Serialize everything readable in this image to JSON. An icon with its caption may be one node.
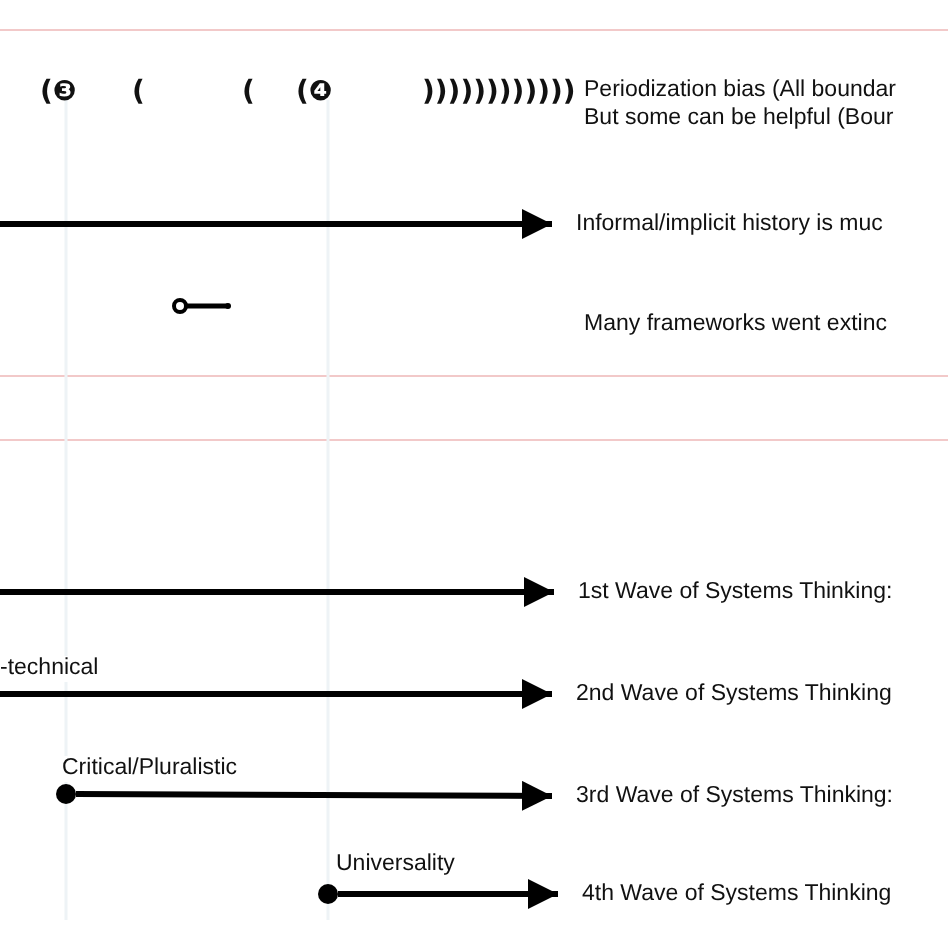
{
  "diagram": {
    "nodes": [
      {
        "text": [
          "Informal/implicit history is muc"
        ]
      },
      {
        "text": [
          "1st Wave of Systems Thinking:"
        ]
      },
      {
        "text": [
          "2nd Wave of Systems Thinking"
        ]
      },
      {
        "text": [
          "3rd Wave of Systems Thinking:"
        ]
      },
      {
        "text": [
          "4th Wave of Systems Thinking"
        ]
      },
      {
        "text": [],
        "shape": "circle"
      },
      {
        "text": [],
        "shape": "circle"
      }
    ],
    "edges": [
      {
        "from": null,
        "to": 0,
        "arrow": "to"
      },
      {
        "from": null,
        "to": 1,
        "arrow": "to"
      },
      {
        "from": null,
        "to": 2,
        "arrow": "to",
        "label": "-technical"
      },
      {
        "from": 5,
        "to": 3,
        "arrow": "to",
        "label": "Critical/Pluralistic"
      },
      {
        "from": 6,
        "to": 4,
        "arrow": "to",
        "label": "Universality"
      }
    ],
    "labels": [
      "(❸",
      "(",
      "(",
      "(❹",
      "))))))))))))",
      "Periodization bias (All boundar",
      "But some can be helpful (Bour",
      "Many frameworks went extinc"
    ]
  }
}
